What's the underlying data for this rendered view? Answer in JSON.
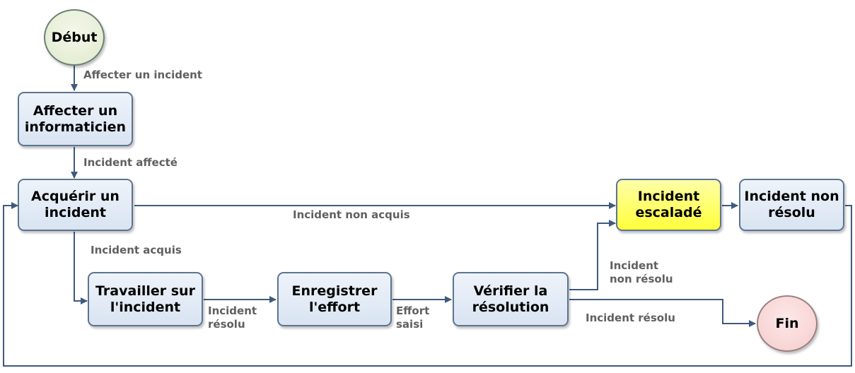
{
  "nodes": {
    "start": "Début",
    "assign_tech": "Affecter un\ninformaticien",
    "acquire": "Acquérir un\nincident",
    "work": "Travailler sur\nl'incident",
    "record_effort": "Enregistrer\nl'effort",
    "verify": "Vérifier la\nrésolution",
    "escalated": "Incident\nescaladé",
    "unresolved": "Incident non\nrésolu",
    "end": "Fin"
  },
  "edge_labels": {
    "assign_incident": "Affecter un incident",
    "incident_assigned": "Incident affecté",
    "not_acquired": "Incident non acquis",
    "acquired": "Incident acquis",
    "resolved_work": "Incident\nrésolu",
    "effort_entered": "Effort\nsaisi",
    "not_resolved": "Incident\nnon résolu",
    "resolved_final": "Incident résolu"
  },
  "colors": {
    "line": "#3f5a7e",
    "node_fill": "#dbe5f2",
    "node_border": "#5c7490",
    "highlight": "#ffff3a",
    "start_fill": "#e4edd6",
    "end_fill": "#f8d3d3",
    "label_text": "#606060"
  }
}
